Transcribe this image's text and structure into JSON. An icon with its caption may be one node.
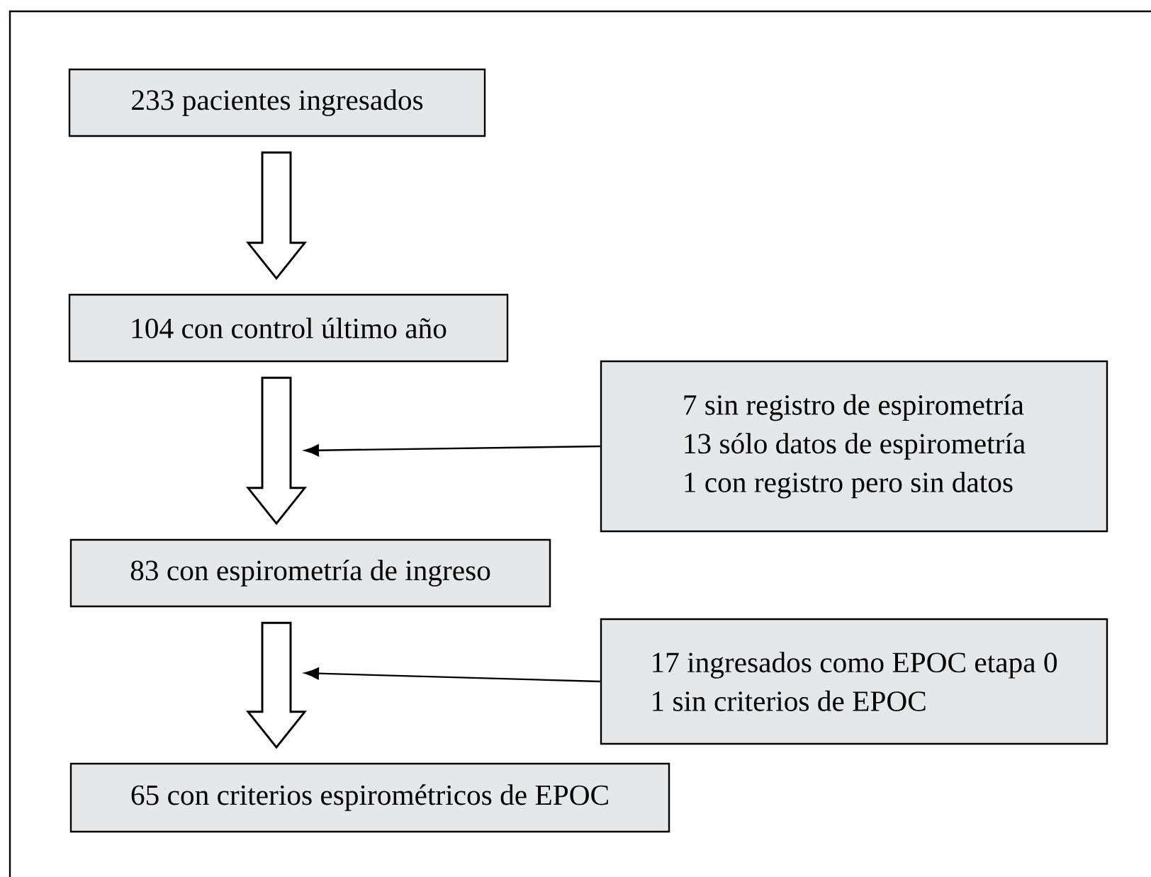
{
  "diagram": {
    "nodes": [
      {
        "text": [
          "233 pacientes ingresados"
        ]
      },
      {
        "text": [
          "104 con control último año"
        ]
      },
      {
        "text": [
          "7 sin registro de espirometría",
          "13 sólo datos de espirometría",
          "1 con registro pero sin datos"
        ]
      },
      {
        "text": [
          "83 con espirometría de ingreso"
        ]
      },
      {
        "text": [
          "17 ingresados como EPOC etapa 0",
          "1 sin criterios de EPOC"
        ]
      },
      {
        "text": [
          "65 con criterios espirométricos de EPOC"
        ]
      }
    ],
    "edges": [
      {
        "from": 0,
        "to": 1,
        "arrow": "to",
        "style": "thick"
      },
      {
        "from": 1,
        "to": 3,
        "arrow": "to",
        "style": "thick"
      },
      {
        "from": 2,
        "to": null,
        "arrow": "to"
      },
      {
        "from": 3,
        "to": 5,
        "arrow": "to",
        "style": "thick"
      },
      {
        "from": 4,
        "to": null,
        "arrow": "to"
      }
    ]
  }
}
